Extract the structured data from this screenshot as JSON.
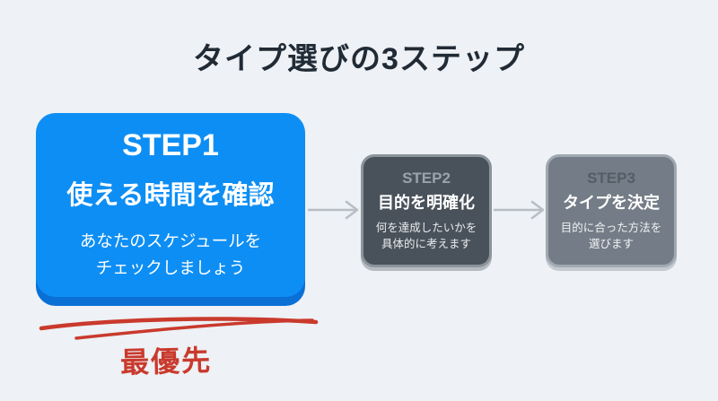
{
  "title": "タイプ選びの3ステップ",
  "steps": [
    {
      "label": "STEP1",
      "heading": "使える時間を確認",
      "body_line1": "あなたのスケジュールを",
      "body_line2": "チェックしましょう"
    },
    {
      "label": "STEP2",
      "heading": "目的を明確化",
      "body_line1": "何を達成したいかを",
      "body_line2": "具体的に考えます"
    },
    {
      "label": "STEP3",
      "heading": "タイプを決定",
      "body_line1": "目的に合った方法を",
      "body_line2": "選びます"
    }
  ],
  "annotation": {
    "label": "最優先"
  },
  "colors": {
    "background": "#eef1f5",
    "title_text": "#212b36",
    "step1_fill": "#0d8ef4",
    "step1_edge": "#0a70d6",
    "step1_text": "#ffffff",
    "step2_fill": "#49525b",
    "step2_border": "#8c949b",
    "step2_label": "#9aa2ab",
    "step3_fill": "#747d87",
    "step3_border": "#a0a8b0",
    "step3_label": "#545d66",
    "arrow": "#b8bec6",
    "annotation_red": "#c93a2d"
  }
}
